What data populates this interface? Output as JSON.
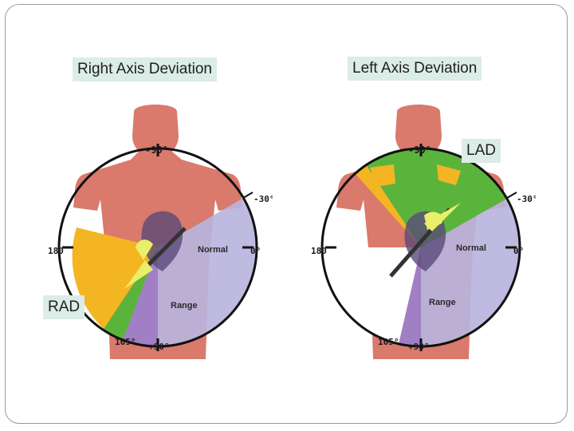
{
  "title_left": "Right Axis Deviation",
  "title_right": "Left Axis Deviation",
  "callout_lad": "LAD",
  "callout_rad": "RAD",
  "axis_labels": {
    "minus90": "-90°",
    "minus30": "-30°",
    "zero": "0°",
    "deg180": "180",
    "deg105": "105°",
    "plus90": "+90°",
    "normal": "Normal",
    "range": "Range"
  },
  "colors": {
    "body_skin": "#d97a6c",
    "normal_sector": "#b9b4dd",
    "range_sector": "#9a7fcf",
    "deviation_sector": "#f4b523",
    "green_zone": "#5ab43c",
    "vector_arrow": "#e9ef6a",
    "callout_bg": "#dcece6"
  }
}
